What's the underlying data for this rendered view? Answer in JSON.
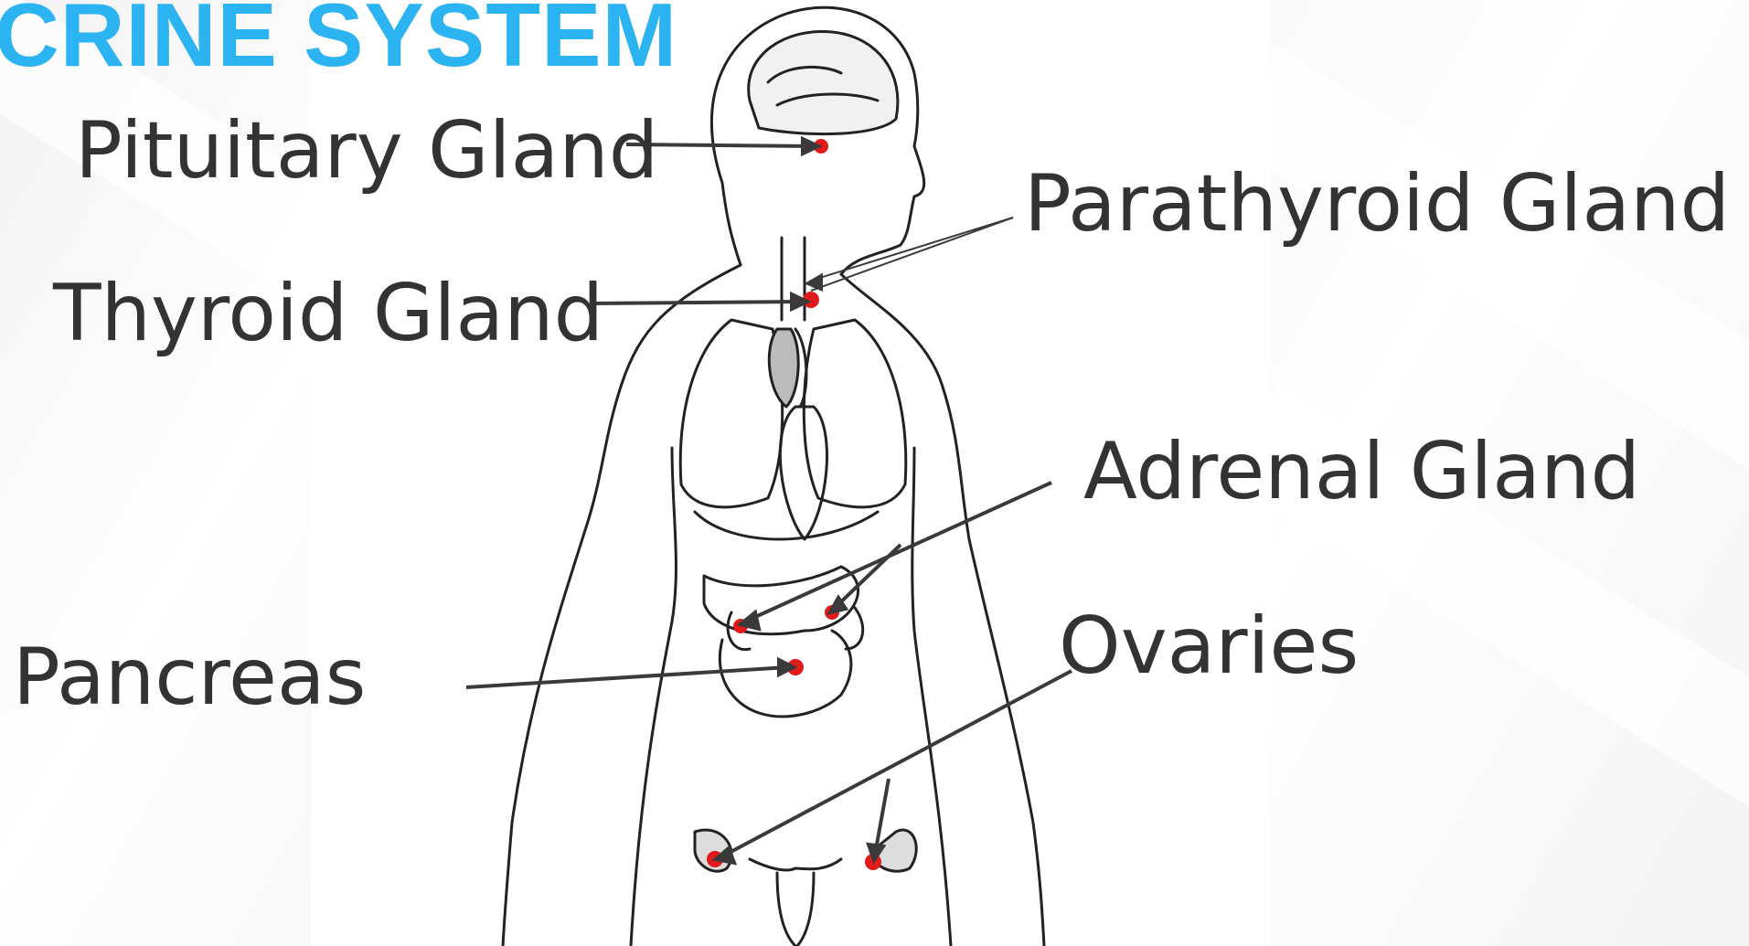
{
  "title": "CRINE SYSTEM",
  "labels": {
    "pituitary": "Pituitary Gland",
    "parathyroid": "Parathyroid Gland",
    "thyroid": "Thyroid Gland",
    "adrenal": "Adrenal Gland",
    "pancreas": "Pancreas",
    "ovaries": "Ovaries"
  },
  "colors": {
    "title": "#2cb4f2",
    "label_text": "#333333",
    "arrow": "#3a3a3a",
    "gland_marker": "#e01b1b",
    "outline": "#222222"
  }
}
